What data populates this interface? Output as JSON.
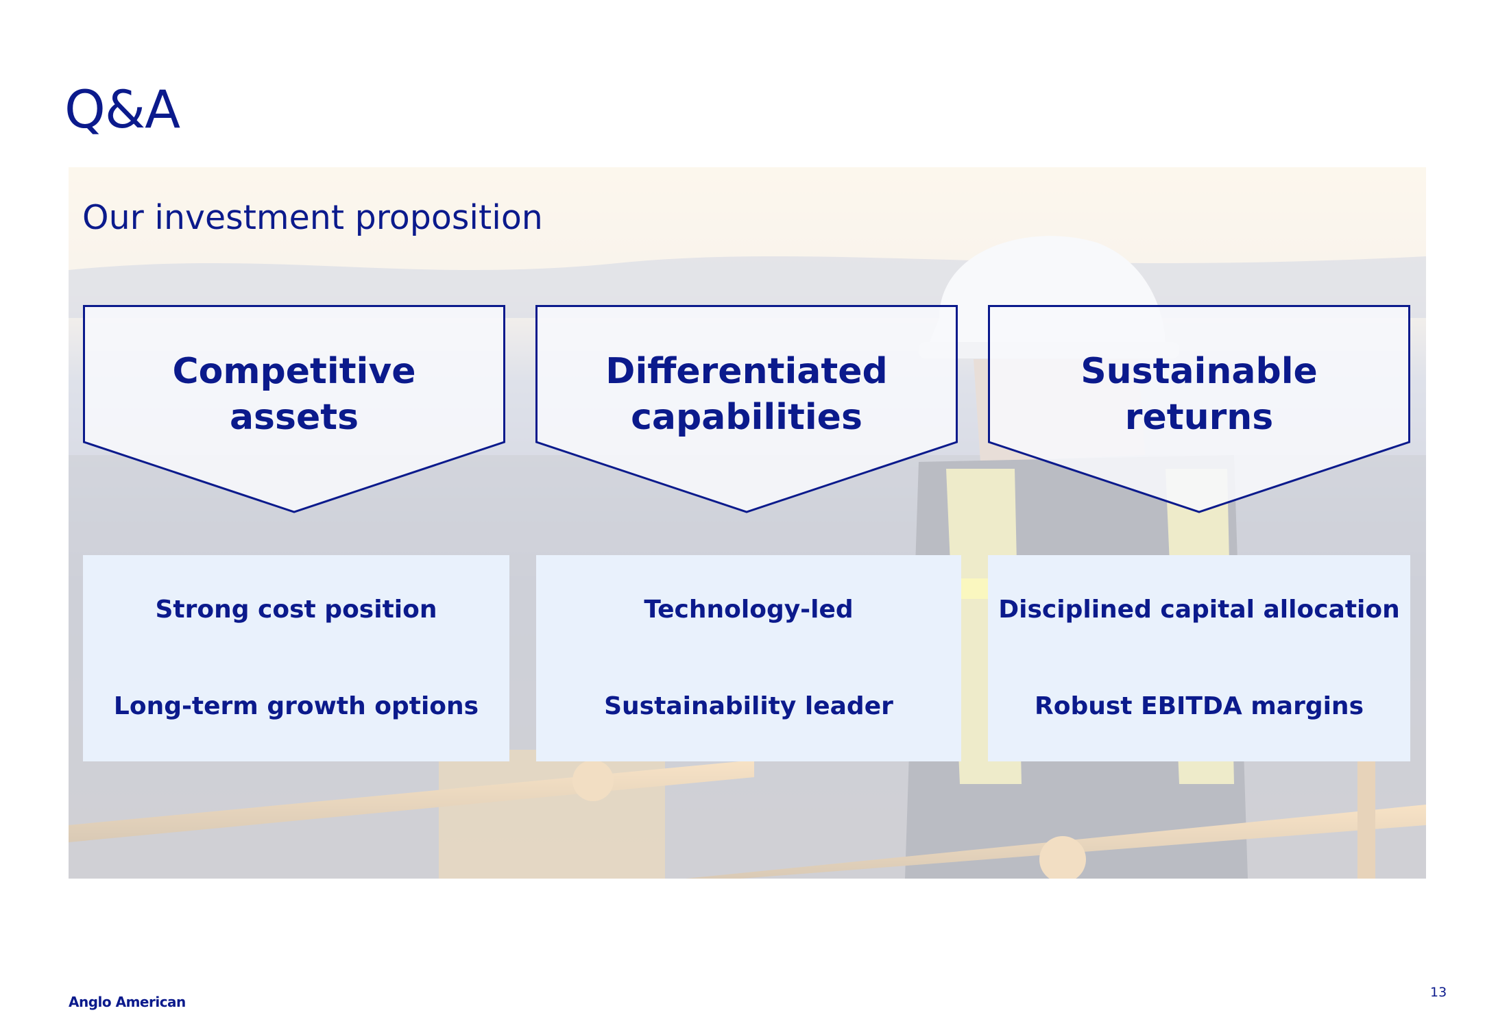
{
  "page_title": "Q&A",
  "section_title": "Our investment proposition",
  "pillars": [
    {
      "heading_lines": [
        "Competitive",
        "assets"
      ],
      "points": [
        "Strong cost position",
        "Long-term growth options"
      ]
    },
    {
      "heading_lines": [
        "Differentiated",
        "capabilities"
      ],
      "points": [
        "Technology-led",
        "Sustainability leader"
      ]
    },
    {
      "heading_lines": [
        "Sustainable",
        "returns"
      ],
      "points": [
        "Disciplined capital allocation",
        "Robust EBITDA margins"
      ]
    }
  ],
  "footer": {
    "logo_text": "Anglo American",
    "page_number": "13"
  },
  "colors": {
    "brand_blue": "#0b1a8c",
    "box_fill": "#e9f1fc",
    "chevron_fill": "#f7f8fc"
  },
  "background_image": "worker in hard hat and hi-vis vest at mine site railing, faded"
}
